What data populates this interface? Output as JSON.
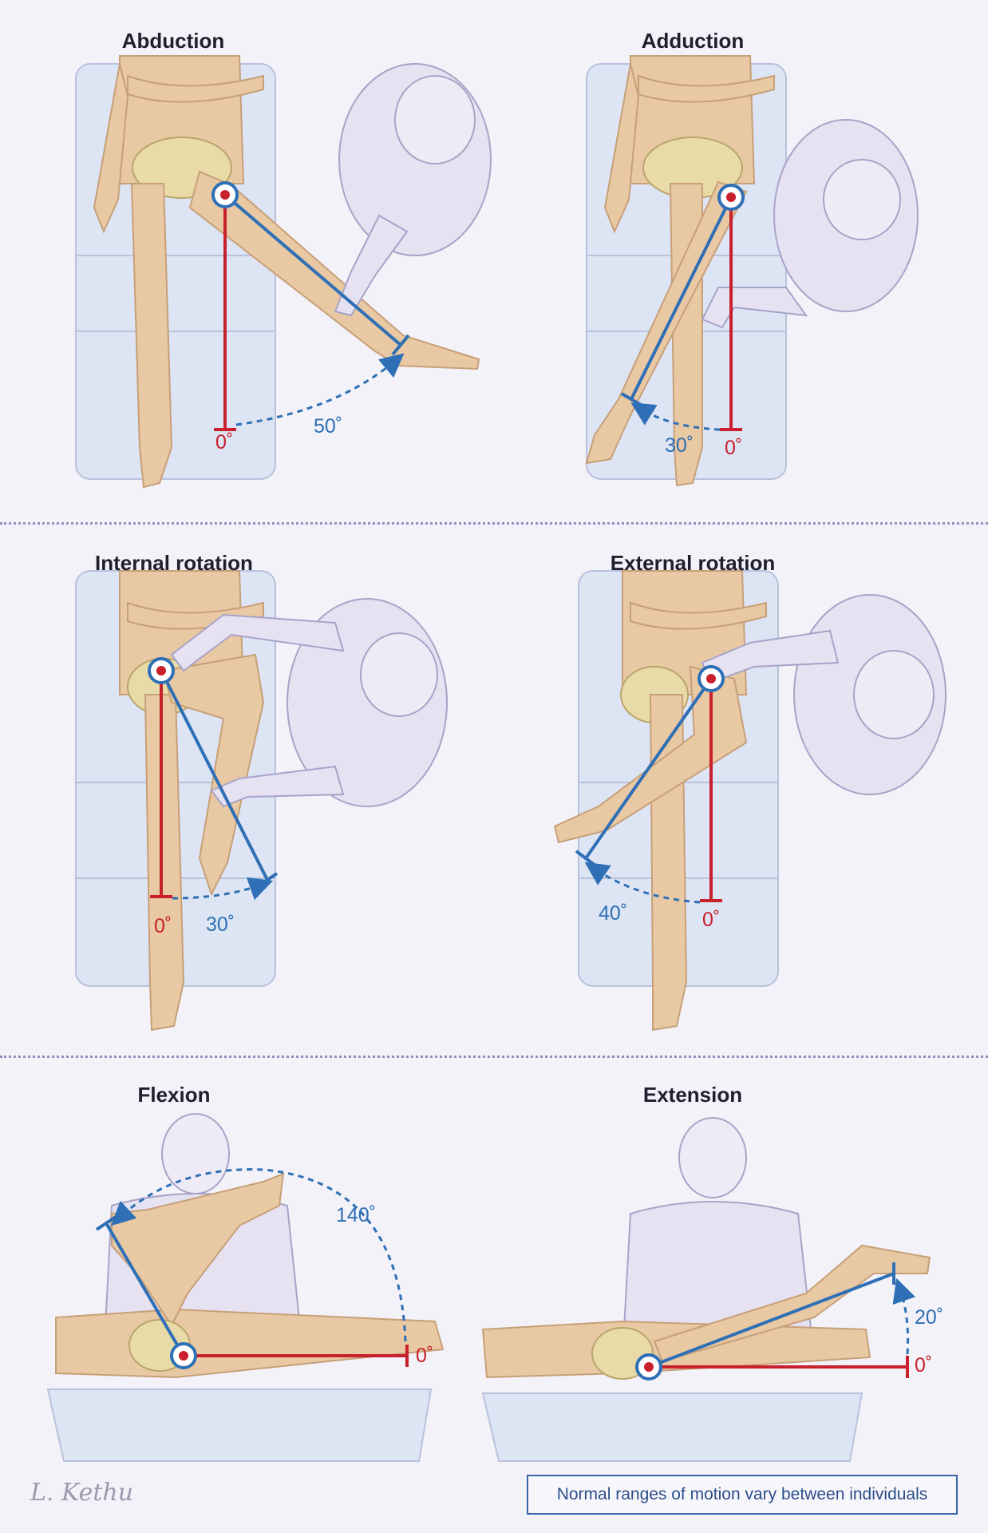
{
  "panels": [
    {
      "id": "abduction",
      "title": "Abduction",
      "zero_label": "0˚",
      "angle_label": "50˚"
    },
    {
      "id": "adduction",
      "title": "Adduction",
      "zero_label": "0˚",
      "angle_label": "30˚"
    },
    {
      "id": "internal-rotation",
      "title": "Internal rotation",
      "zero_label": "0˚",
      "angle_label": "30˚"
    },
    {
      "id": "external-rotation",
      "title": "External rotation",
      "zero_label": "0˚",
      "angle_label": "40˚"
    },
    {
      "id": "flexion",
      "title": "Flexion",
      "zero_label": "0˚",
      "angle_label": "140˚"
    },
    {
      "id": "extension",
      "title": "Extension",
      "zero_label": "0˚",
      "angle_label": "20˚"
    }
  ],
  "note": "Normal ranges of motion vary between individuals",
  "signature": "L. Kethu",
  "colors": {
    "background": "#f3f2f8",
    "reference_line": "#c8202c",
    "motion_line": "#2e6fb5",
    "skin": "#e9c9a3",
    "bone": "#e8dba8",
    "coat": "#e6e2f2",
    "table": "#dde4f4",
    "divider": "#8c8fc0"
  }
}
